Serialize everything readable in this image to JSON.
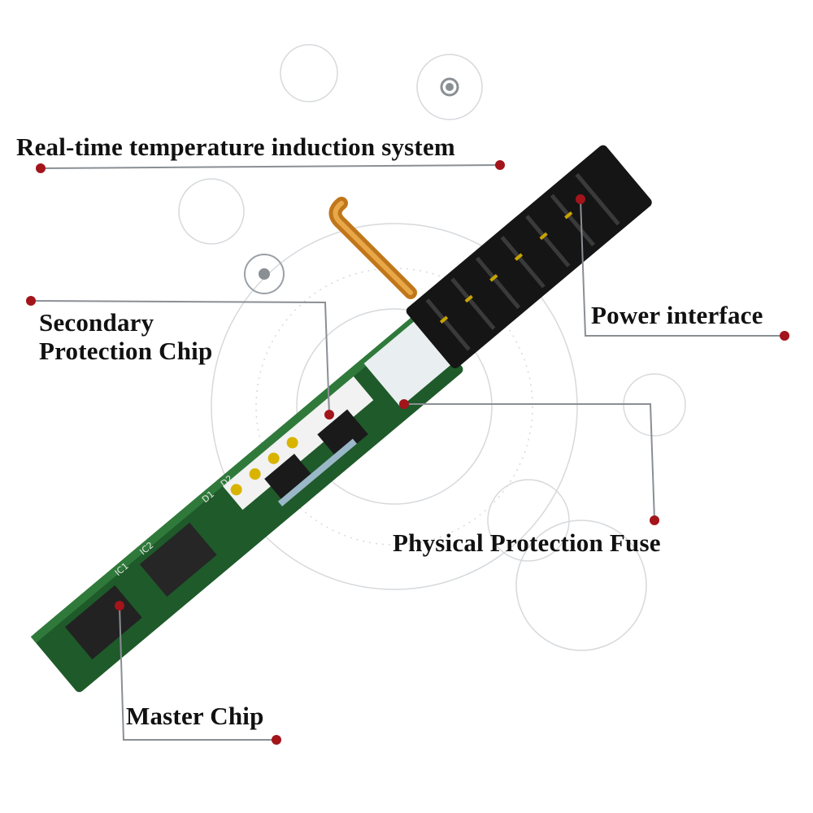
{
  "labels": {
    "temperature": "Real-time temperature induction system",
    "secondary_line1": "Secondary",
    "secondary_line2": "Protection Chip",
    "power": "Power interface",
    "fuse": "Physical Protection Fuse",
    "master": "Master Chip"
  },
  "board_marks": [
    "IC1",
    "IC2",
    "D1",
    "D2"
  ],
  "colors": {
    "dot": "#a3141b",
    "leader": "#8a8f94",
    "board": "#1f5a2a",
    "connector": "#151515",
    "sensor": "#d98a1e"
  }
}
